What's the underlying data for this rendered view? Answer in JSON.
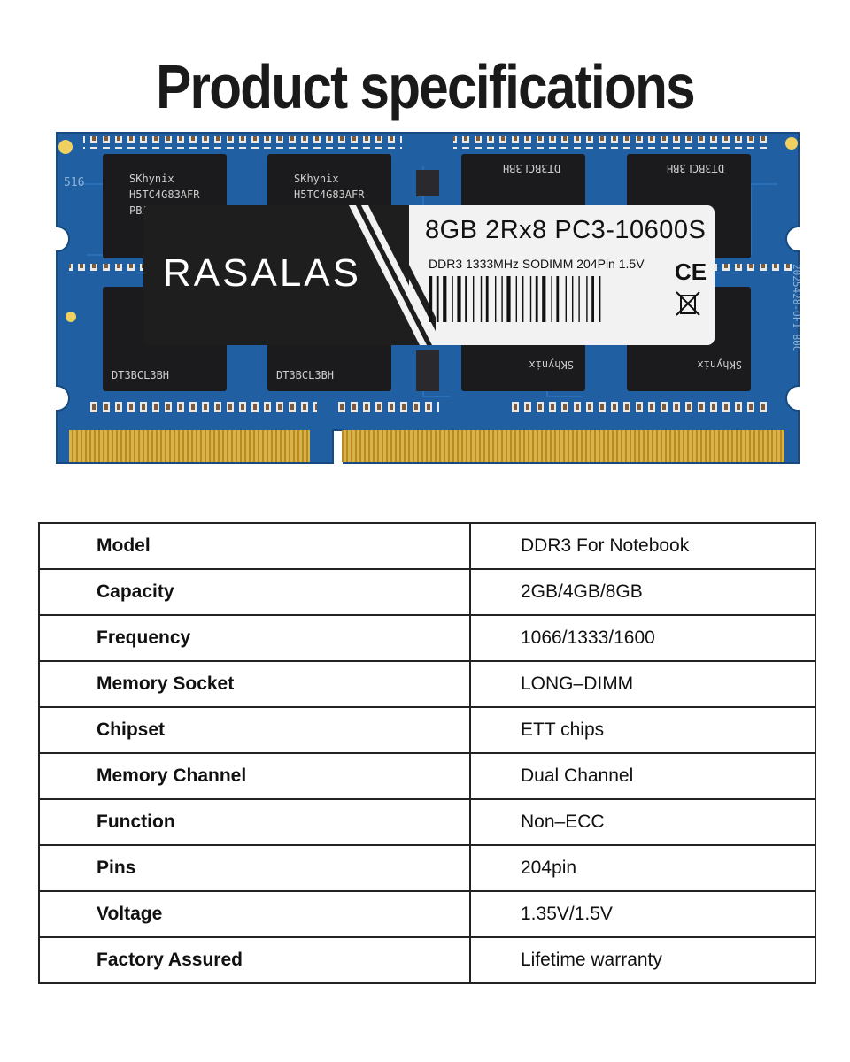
{
  "page": {
    "title": "Product specifications"
  },
  "module": {
    "board_color": "#1f5fa2",
    "chip_text_a": "SKhynix",
    "chip_text_b": "H5TC4G83AFR",
    "chip_text_c": "PBA",
    "chip_code": "DT3BCL3BH",
    "pcb_mark_left": "516",
    "pcb_mark_right": "2025428-OF1 B0C",
    "label": {
      "brand": "RASALAS",
      "spec_line1": "8GB 2Rx8 PC3-10600S",
      "spec_line2": "DDR3  1333MHz  SODIMM  204Pin  1.5V",
      "ce_mark": "CE",
      "icon": "crossed-bin-icon"
    }
  },
  "specs": {
    "rows": [
      {
        "key": "Model",
        "value": "DDR3 For Notebook"
      },
      {
        "key": "Capacity",
        "value": "2GB/4GB/8GB"
      },
      {
        "key": "Frequency",
        "value": "1066/1333/1600"
      },
      {
        "key": "Memory Socket",
        "value": "LONG–DIMM"
      },
      {
        "key": "Chipset",
        "value": "ETT chips"
      },
      {
        "key": "Memory Channel",
        "value": "Dual Channel"
      },
      {
        "key": "Function",
        "value": "Non–ECC"
      },
      {
        "key": "Pins",
        "value": "204pin"
      },
      {
        "key": "Voltage",
        "value": "1.35V/1.5V"
      },
      {
        "key": "Factory Assured",
        "value": "Lifetime warranty"
      }
    ]
  }
}
